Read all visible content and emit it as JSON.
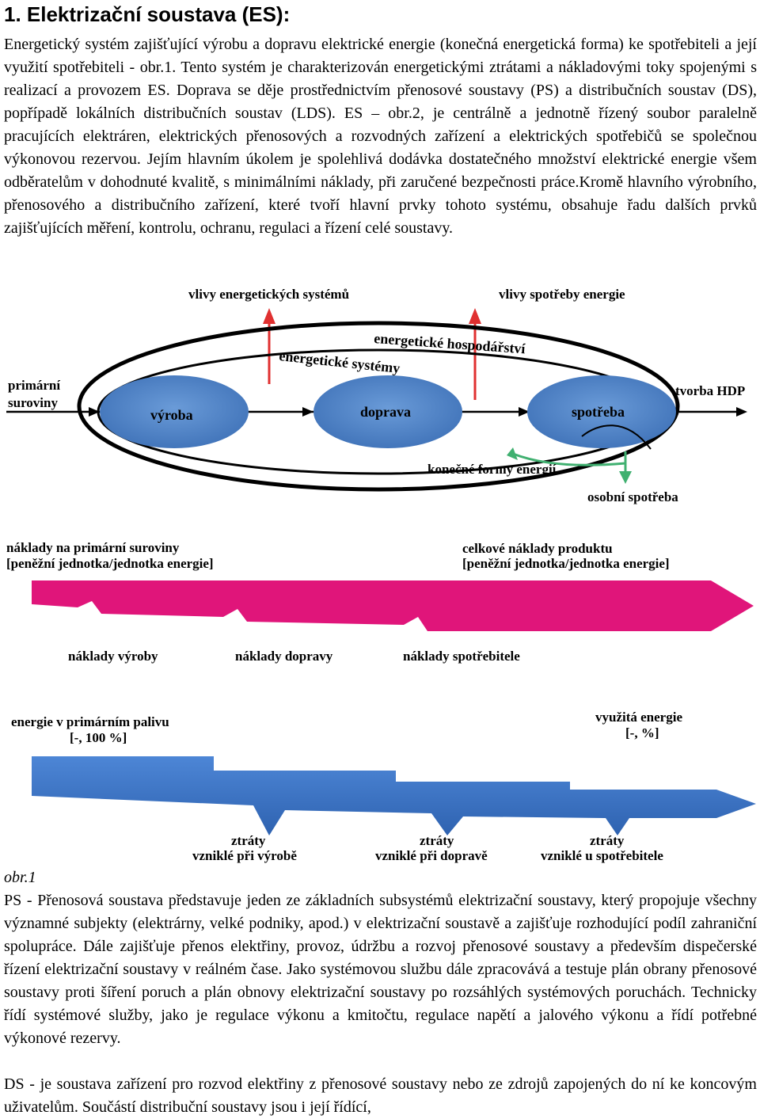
{
  "heading": "1. Elektrizační soustava (ES):",
  "paragraph1": "Energetický systém zajišťující výrobu a dopravu elektrické energie (konečná energetická forma) ke spotřebiteli a její využití spotřebiteli - obr.1. Tento systém je charakterizován energetickými ztrátami a nákladovými toky spojenými s realizací a provozem ES. Doprava se děje prostřednictvím přenosové soustavy (PS) a distribučních soustav (DS), popřípadě lokálních distribučních soustav (LDS). ES – obr.2, je centrálně a jednotně řízený soubor paralelně pracujících elektráren, elektrických přenosových a rozvodných zařízení a elektrických spotřebičů se společnou výkonovou rezervou. Jejím hlavním úkolem je spolehlivá dodávka dostatečného množství elektrické energie všem odběratelům v dohodnuté kvalitě, s minimálními náklady, při zaručené bezpečnosti práce.Kromě hlavního výrobního, přenosového a distribučního zařízení, které tvoří hlavní prvky tohoto systému, obsahuje řadu dalších prvků zajišťujících měření, kontrolu, ochranu, regulaci a řízení celé soustavy.",
  "figure": {
    "top_labels": {
      "left": "vlivy energetických systémů",
      "right": "vlivy spotřeby energie"
    },
    "outer_ellipse_label": "energetické hospodářství",
    "inner_ellipse_label": "energetické systémy",
    "input_label": [
      "primární",
      "suroviny"
    ],
    "output_label": "tvorba HDP",
    "nodes": [
      "výroba",
      "doprava",
      "spotřeba"
    ],
    "final_forms_label": "konečné formy energií",
    "personal_label": "osobní spotřeba",
    "cost_start": [
      "náklady na primární suroviny",
      "[peněžní jednotka/jednotka energie]"
    ],
    "cost_end": [
      "celkové náklady produktu",
      "[peněžní jednotka/jednotka energie]"
    ],
    "cost_items": [
      "náklady výroby",
      "náklady dopravy",
      "náklady spotřebitele"
    ],
    "energy_start": [
      "energie v primárním palivu",
      "[-, 100 %]"
    ],
    "energy_end": [
      "využitá energie",
      "[-, %]"
    ],
    "losses": [
      [
        "ztráty",
        "vzniklé při výrobě"
      ],
      [
        "ztráty",
        "vzniklé při dopravě"
      ],
      [
        "ztráty",
        "vzniklé u spotřebitele"
      ]
    ],
    "colors": {
      "node": "#4f82c4",
      "cost_arrow": "#e0157a",
      "energy_arrow": "#3a72c4",
      "up_arrow": "#e03030",
      "side_arrow": "#40b070"
    }
  },
  "caption": "obr.1",
  "paragraph2": "PS - Přenosová soustava představuje jeden ze základních subsystémů elektrizační soustavy, který propojuje všechny významné subjekty (elektrárny, velké podniky, apod.) v elektrizační soustavě a zajišťuje rozhodující podíl zahraniční spolupráce. Dále zajišťuje přenos elektřiny, provoz, údržbu a rozvoj přenosové soustavy a především dispečerské řízení elektrizační soustavy v reálném čase. Jako systémovou službu dále zpracovává a testuje plán obrany přenosové soustavy proti šíření poruch a plán obnovy elektrizační soustavy po rozsáhlých systémových poruchách. Technicky řídí systémové služby, jako je regulace výkonu a kmitočtu, regulace napětí a jalového výkonu a řídí potřebné výkonové rezervy.",
  "paragraph3": "DS - je soustava zařízení pro rozvod elektřiny z přenosové soustavy nebo ze zdrojů zapojených do ní ke koncovým uživatelům. Součástí distribuční soustavy jsou i její řídící,"
}
